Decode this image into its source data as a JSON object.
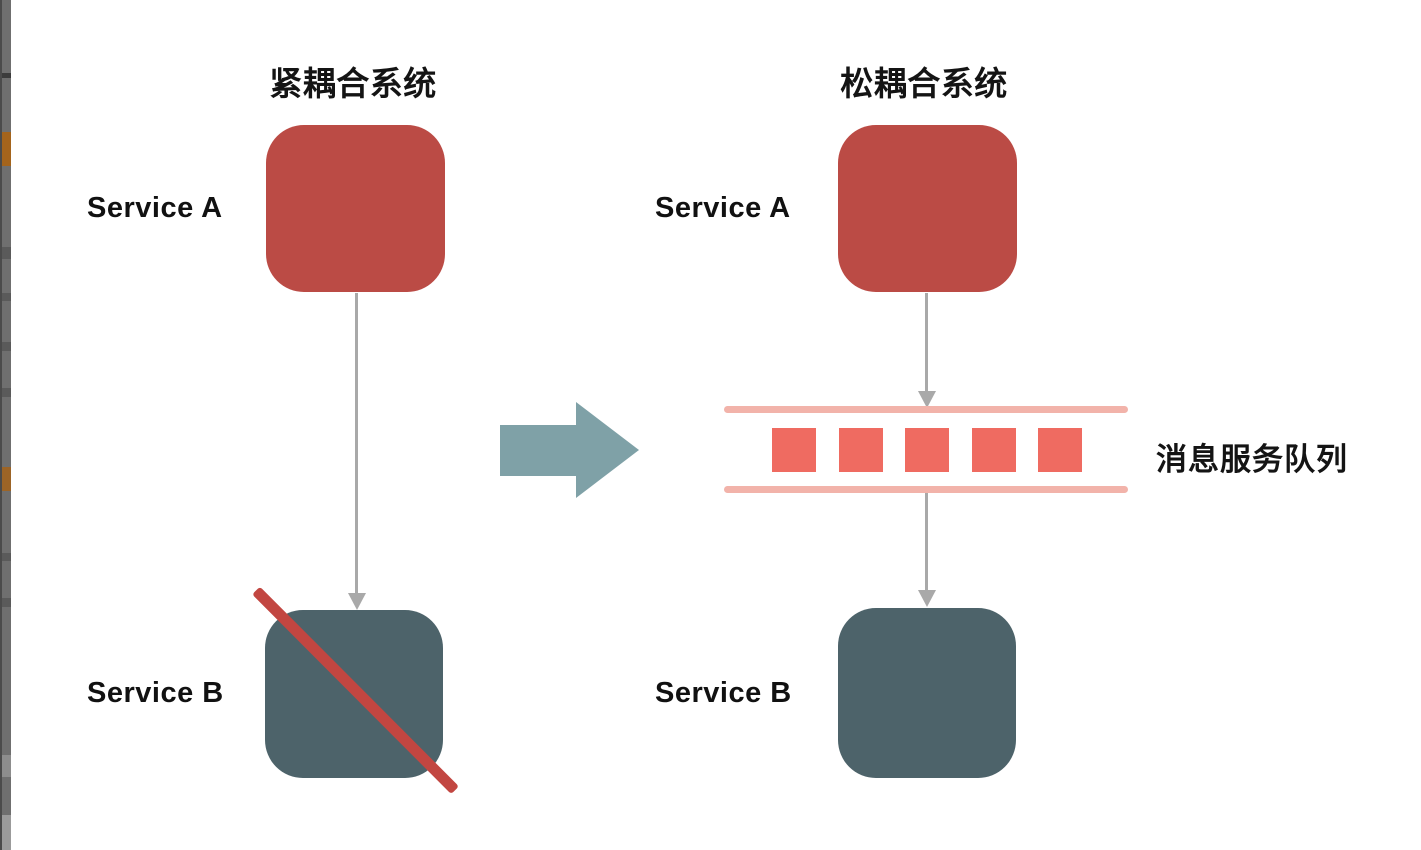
{
  "diagram": {
    "left_panel": {
      "title": "紧耦合系统",
      "service_a_label": "Service A",
      "service_b_label": "Service B",
      "service_b_failed": true
    },
    "right_panel": {
      "title": "松耦合系统",
      "service_a_label": "Service A",
      "service_b_label": "Service B",
      "queue_label": "消息服务队列",
      "queue_item_count": 5
    },
    "colors": {
      "service_a_box": "#bb4b45",
      "service_b_box": "#4d636a",
      "queue_rail": "#f2b3aa",
      "queue_item": "#ef6b61",
      "failure_slash": "#c24641",
      "transform_arrow": "#7fa1a7",
      "connector_arrow": "#a9a9a9",
      "text": "#141414"
    }
  }
}
